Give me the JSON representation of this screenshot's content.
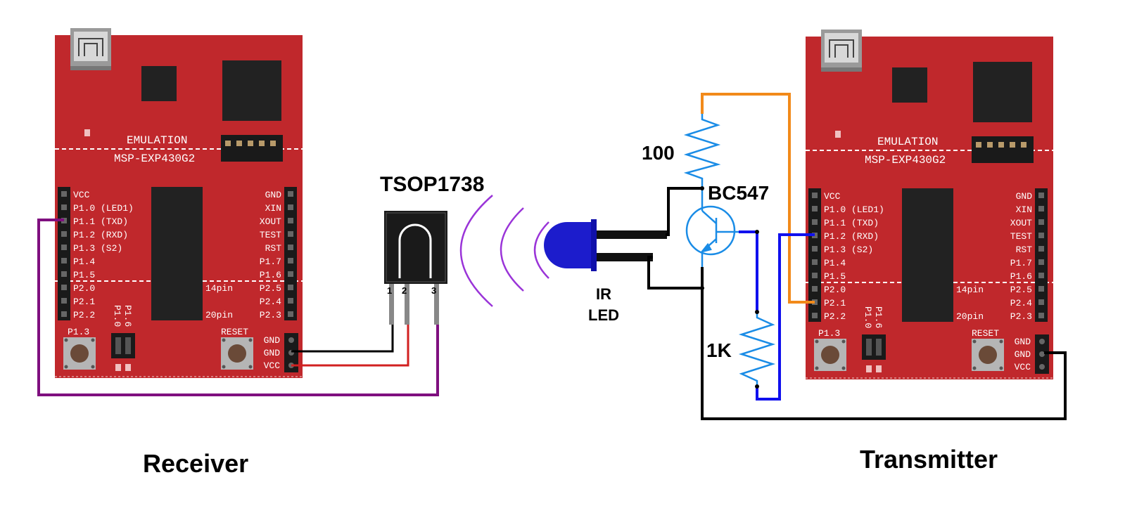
{
  "colors": {
    "board_red": "#c0282c",
    "wire_purple": "#7f0f7f",
    "wire_red": "#d22020",
    "wire_black": "#000000",
    "wire_blue": "#1010ee",
    "wire_orange": "#f28a1a",
    "led_blue": "#1c1ccc",
    "ir_wave": "#9a34d8",
    "transistor_blue": "#1a8ce6"
  },
  "boards": {
    "receiver": {
      "emulation_label": "EMULATION",
      "model_label": "MSP-EXP430G2",
      "left_pins": [
        "VCC",
        "P1.0 (LED1)",
        "P1.1 (TXD)",
        "P1.2 (RXD)",
        "P1.3 (S2)",
        "P1.4",
        "P1.5",
        "P2.0",
        "P2.1",
        "P2.2"
      ],
      "right_pins": [
        "GND",
        "XIN",
        "XOUT",
        "TEST",
        "RST",
        "P1.7",
        "P1.6",
        "P2.5",
        "P2.4",
        "P2.3"
      ],
      "pin14_label": "14pin",
      "pin20_label": "20pin",
      "p13_label": "P1.3",
      "reset_label": "RESET",
      "jumper_labels": [
        "P1.0",
        "P1.6"
      ],
      "power_pins": [
        "GND",
        "GND",
        "VCC"
      ],
      "caption": "Receiver"
    },
    "transmitter": {
      "emulation_label": "EMULATION",
      "model_label": "MSP-EXP430G2",
      "left_pins": [
        "VCC",
        "P1.0 (LED1)",
        "P1.1 (TXD)",
        "P1.2 (RXD)",
        "P1.3 (S2)",
        "P1.4",
        "P1.5",
        "P2.0",
        "P2.1",
        "P2.2"
      ],
      "right_pins": [
        "GND",
        "XIN",
        "XOUT",
        "TEST",
        "RST",
        "P1.7",
        "P1.6",
        "P2.5",
        "P2.4",
        "P2.3"
      ],
      "pin14_label": "14pin",
      "pin20_label": "20pin",
      "p13_label": "P1.3",
      "reset_label": "RESET",
      "jumper_labels": [
        "P1.0",
        "P1.6"
      ],
      "power_pins": [
        "GND",
        "GND",
        "VCC"
      ],
      "caption": "Transmitter"
    }
  },
  "components": {
    "tsop_label": "TSOP1738",
    "tsop_pins": [
      "1",
      "2",
      "3"
    ],
    "ir_led_label_line1": "IR",
    "ir_led_label_line2": "LED",
    "transistor_label": "BC547",
    "resistor_100_label": "100",
    "resistor_1k_label": "1K"
  }
}
